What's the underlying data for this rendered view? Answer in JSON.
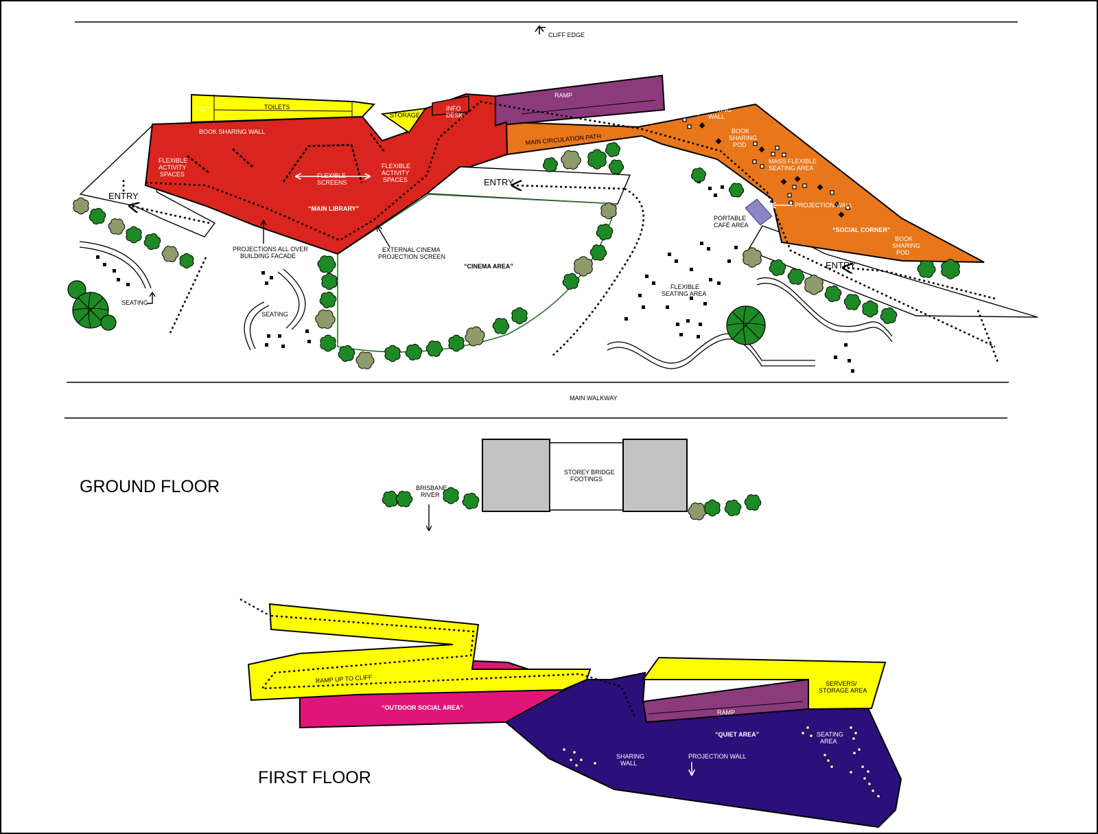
{
  "labels": {
    "cliff_edge": "CLIFF EDGE",
    "cleaning_rm_1": "CLEANING",
    "cleaning_rm_2": "RM",
    "toilets": "TOILETS",
    "storage": "STORAGE",
    "info_desk_1": "INFO",
    "info_desk_2": "DESK",
    "ramp_ground": "RAMP",
    "sharing_wall_1": "SHARING",
    "sharing_wall_2": "WALL",
    "book_sharing_pod_1": "BOOK",
    "book_sharing_pod_2": "SHARING",
    "book_sharing_pod_3": "POD",
    "mass_flexible_1": "MASS FLEXIBLE",
    "mass_flexible_2": "SEATING AREA",
    "book_sharing_wall": "BOOK SHARING WALL",
    "flexible_activity_l1": "FLEXIBLE",
    "flexible_activity_l2": "ACTIVITY",
    "flexible_activity_l3": "SPACES",
    "flexible_activity_r1": "FLEXIBLE",
    "flexible_activity_r2": "ACTIVITY",
    "flexible_activity_r3": "SPACES",
    "flexible_screens_1": "FLEXIBLE",
    "flexible_screens_2": "SCREENS",
    "main_library": "“MAIN LIBRARY”",
    "main_circulation": "MAIN CIRCULATION PATH",
    "entry_left": "ENTRY",
    "entry_mid": "ENTRY",
    "entry_right": "ENTRY",
    "projection_wall_ground": "PROJECTION WALL",
    "portable_cafe_1": "PORTABLE",
    "portable_cafe_2": "CAFÉ AREA",
    "social_corner": "“SOCIAL CORNER”",
    "book_sharing_pod2_1": "BOOK",
    "book_sharing_pod2_2": "SHARING",
    "book_sharing_pod2_3": "POD",
    "projections_facade_1": "PROJECTIONS ALL OVER",
    "projections_facade_2": "BUILDING FACADE",
    "external_cinema_1": "EXTERNAL CINEMA",
    "external_cinema_2": "PROJECTION SCREEN",
    "cinema_area": "“CINEMA AREA”",
    "seating_left": "SEATING",
    "seating_mid": "SEATING",
    "flexible_seating_1": "FLEXIBLE",
    "flexible_seating_2": "SEATING AREA",
    "main_walkway": "MAIN WALKWAY",
    "ground_floor": "GROUND FLOOR",
    "storey_bridge_1": "STOREY BRIDGE",
    "storey_bridge_2": "FOOTINGS",
    "brisbane_river_1": "BRISBANE",
    "brisbane_river_2": "RIVER",
    "first_floor": "FIRST FLOOR",
    "ramp_up_cliff": "RAMP UP TO CLIFF",
    "outdoor_social": "“OUTDOOR SOCIAL AREA”",
    "servers_1": "SERVERS/",
    "servers_2": "STORAGE AREA",
    "ramp_first": "RAMP",
    "quiet_area": "“QUIET AREA”",
    "seating_area_1": "SEATING",
    "seating_area_2": "AREA",
    "sharing_wall_ff_1": "SHARING",
    "sharing_wall_ff_2": "WALL",
    "projection_wall_ff": "PROJECTION WALL"
  },
  "colors": {
    "main_library": "#d9251d",
    "toilets": "#ffff00",
    "ramp": "#8b3a7c",
    "social_corner": "#e8761a",
    "cafe": "#8c86c8",
    "tree_green": "#1e8a25",
    "tree_olive": "#8e9c6b",
    "footing_gray": "#c3c3c3",
    "outdoor_social": "#e0157a",
    "quiet_area": "#2b0f7a",
    "first_floor_ramp": "#ffff00"
  },
  "icons": {
    "trees": "tree-icon",
    "seats": "seat-icon",
    "arrows": "arrow-icon"
  }
}
